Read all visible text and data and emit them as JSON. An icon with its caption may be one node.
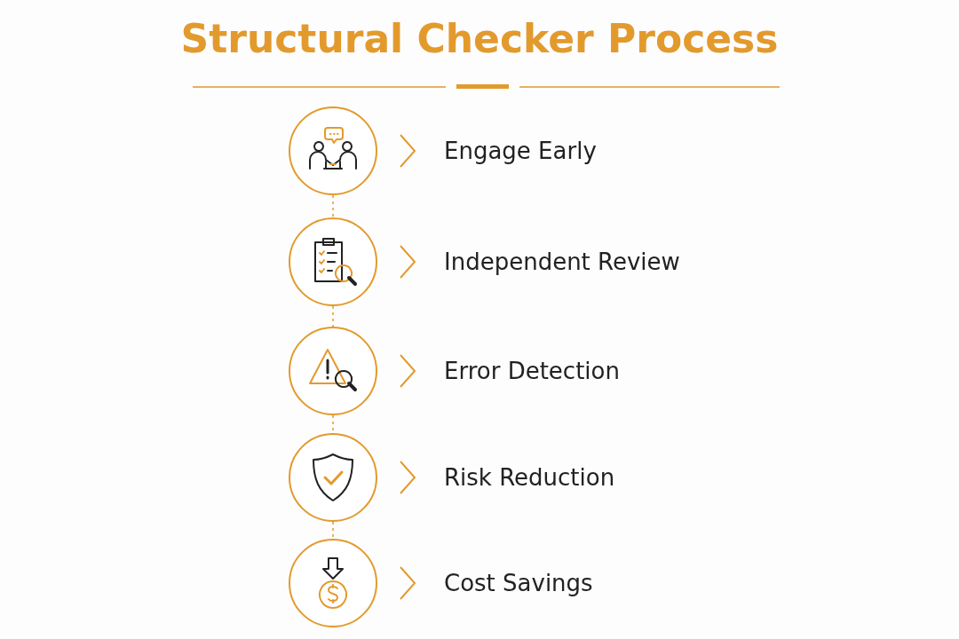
{
  "diagram": {
    "title": "Structural Checker Process",
    "nodes": [
      {
        "text": [],
        "shape": "circle"
      },
      {
        "text": [
          "Engage Early"
        ]
      },
      {
        "text": [],
        "shape": "circle"
      },
      {
        "text": [
          "Independent Review"
        ]
      },
      {
        "text": [],
        "shape": "circle"
      },
      {
        "text": [
          "Error Detection"
        ]
      },
      {
        "text": [],
        "shape": "circle"
      },
      {
        "text": [
          "Risk Reduction"
        ]
      },
      {
        "text": [],
        "shape": "circle"
      },
      {
        "text": [
          "Cost Savings"
        ]
      }
    ],
    "edges": [
      {
        "from": 0,
        "to": 1,
        "arrow": "to"
      },
      {
        "from": 0,
        "to": 2,
        "arrow": "none",
        "style": "dashed"
      },
      {
        "from": 2,
        "to": 3,
        "arrow": "to"
      },
      {
        "from": 2,
        "to": 4,
        "arrow": "none",
        "style": "dashed"
      },
      {
        "from": 4,
        "to": 5,
        "arrow": "to"
      },
      {
        "from": 4,
        "to": 6,
        "arrow": "none",
        "style": "dashed"
      },
      {
        "from": 6,
        "to": 7,
        "arrow": "to"
      },
      {
        "from": 6,
        "to": 8,
        "arrow": "none",
        "style": "dashed"
      },
      {
        "from": 8,
        "to": 9,
        "arrow": "to"
      }
    ]
  }
}
